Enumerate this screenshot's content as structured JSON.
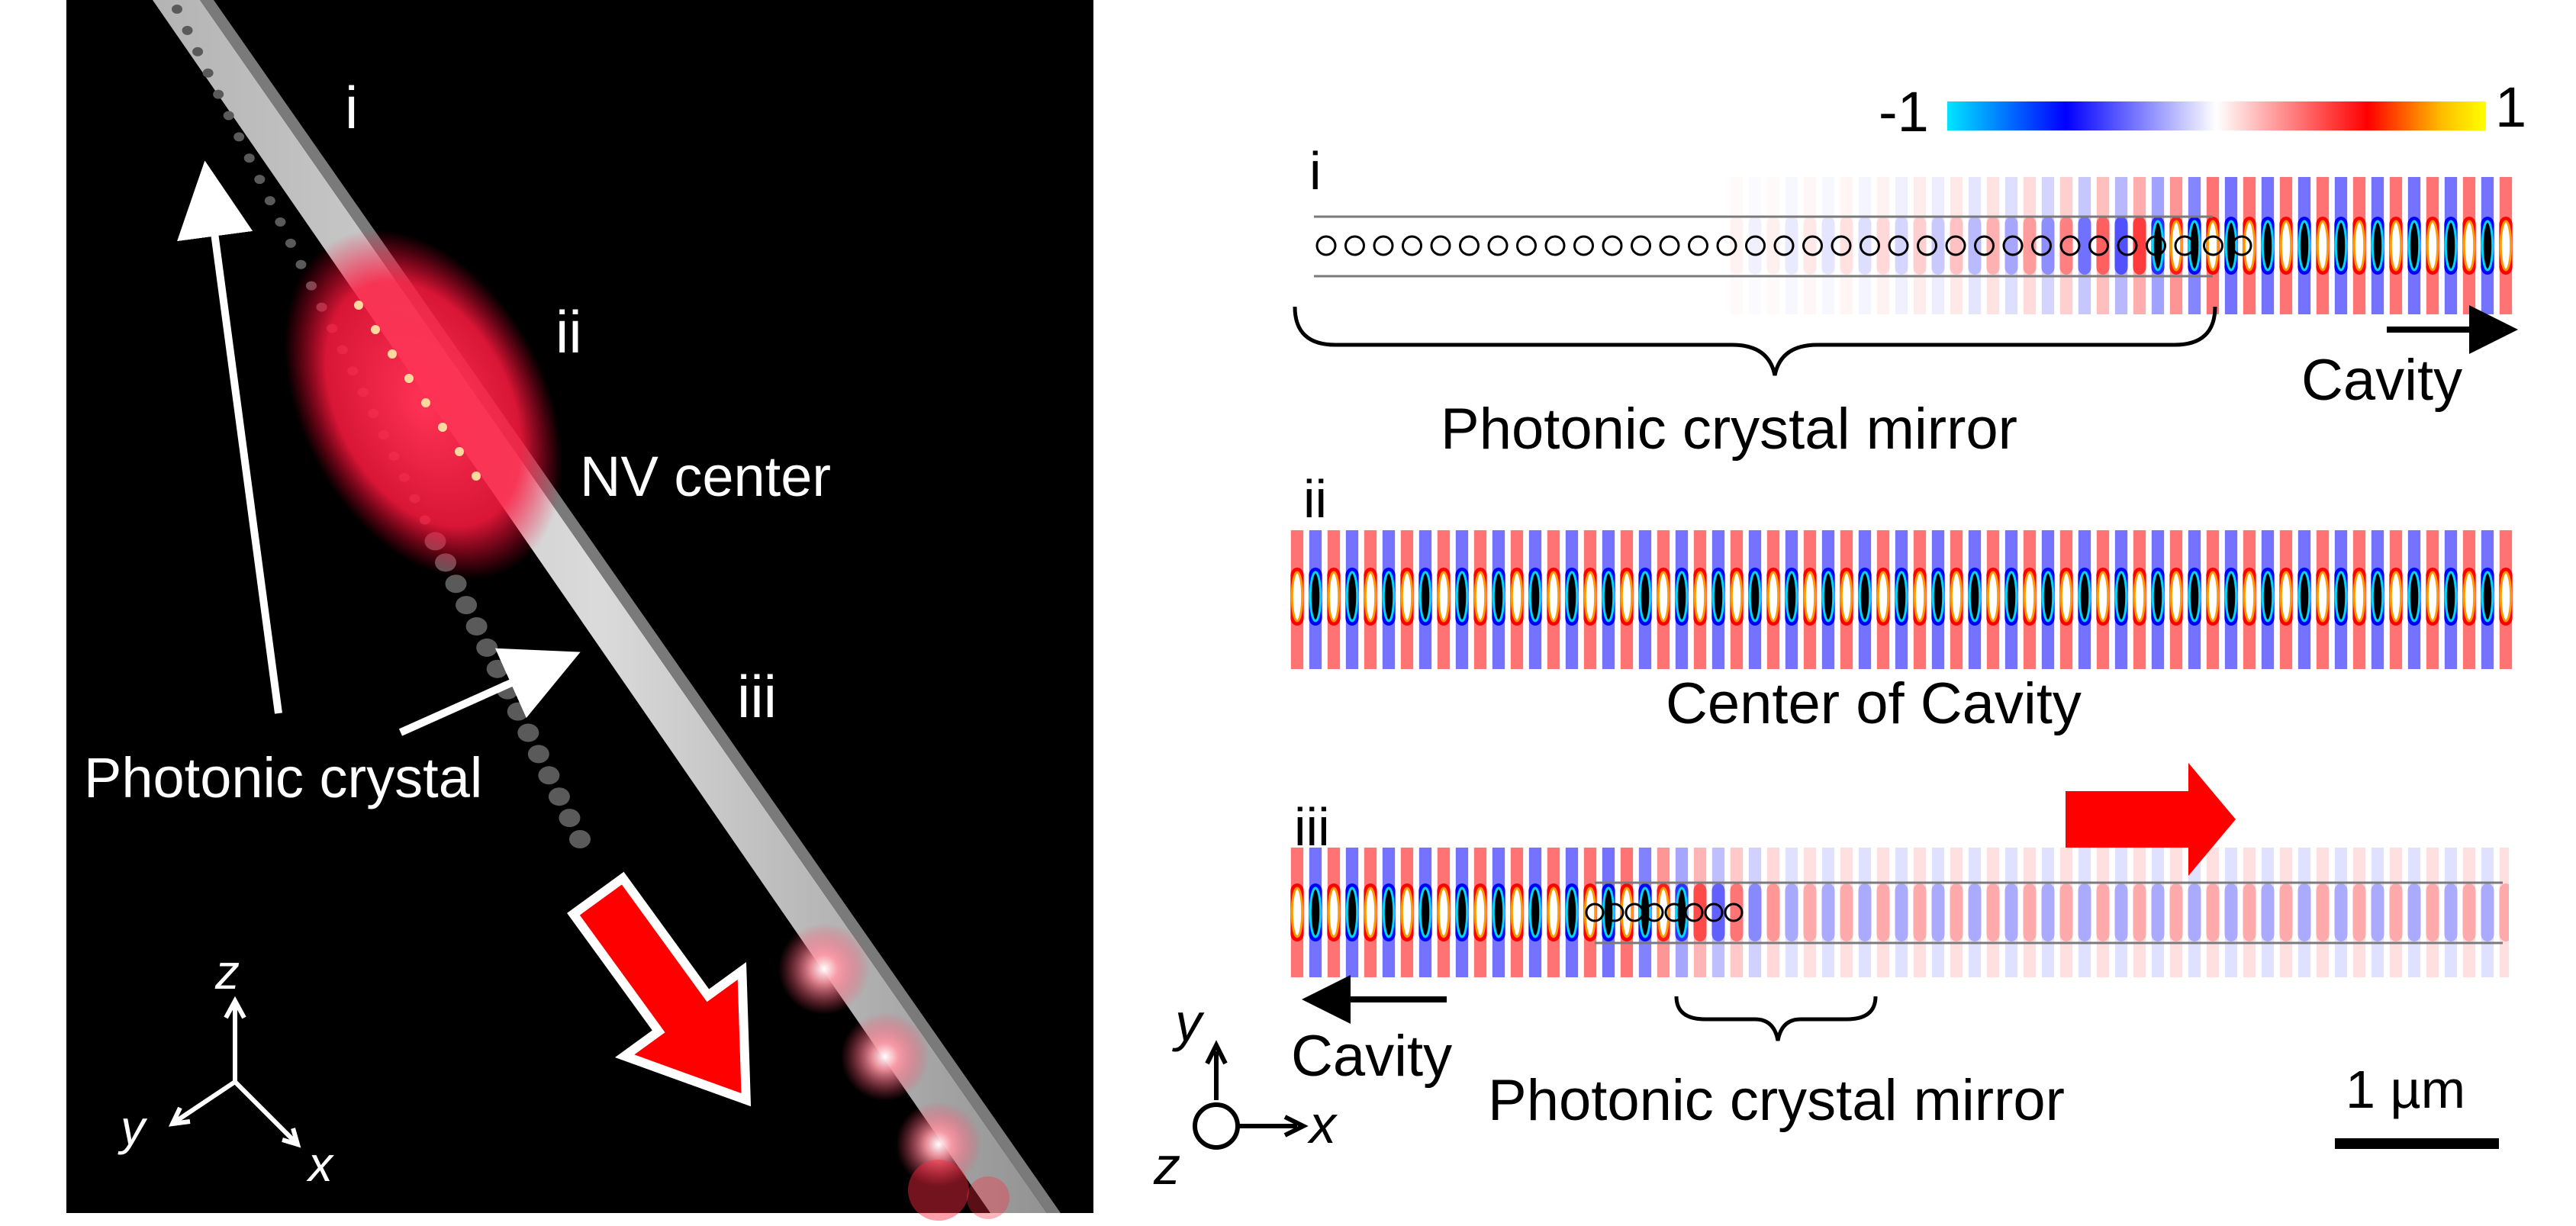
{
  "left_panel": {
    "labels": {
      "i": "i",
      "ii": "ii",
      "iii": "iii",
      "nv_center": "NV center",
      "photonic_crystal": "Photonic crystal"
    },
    "axes": {
      "z": "z",
      "y": "y",
      "x": "x"
    },
    "colors": {
      "background": "#000000",
      "beam": "#d9d9d9",
      "glow": "#ff2a55",
      "arrow": "#ff0000"
    }
  },
  "right_panel": {
    "colorbar": {
      "min_label": "-1",
      "max_label": "1",
      "stops": [
        "#00e5ff",
        "#0000ff",
        "#ffffff",
        "#ff0000",
        "#ffd000",
        "#ffff00"
      ]
    },
    "row_i": {
      "label": "i",
      "brace_label": "Photonic crystal mirror",
      "arrow_label": "Cavity"
    },
    "row_ii": {
      "label": "ii",
      "caption": "Center of Cavity"
    },
    "row_iii": {
      "label": "iii",
      "arrow_label": "Cavity",
      "brace_label": "Photonic crystal mirror"
    },
    "axes": {
      "y": "y",
      "x": "x",
      "z": "z"
    },
    "scale_bar": "1 µm"
  }
}
